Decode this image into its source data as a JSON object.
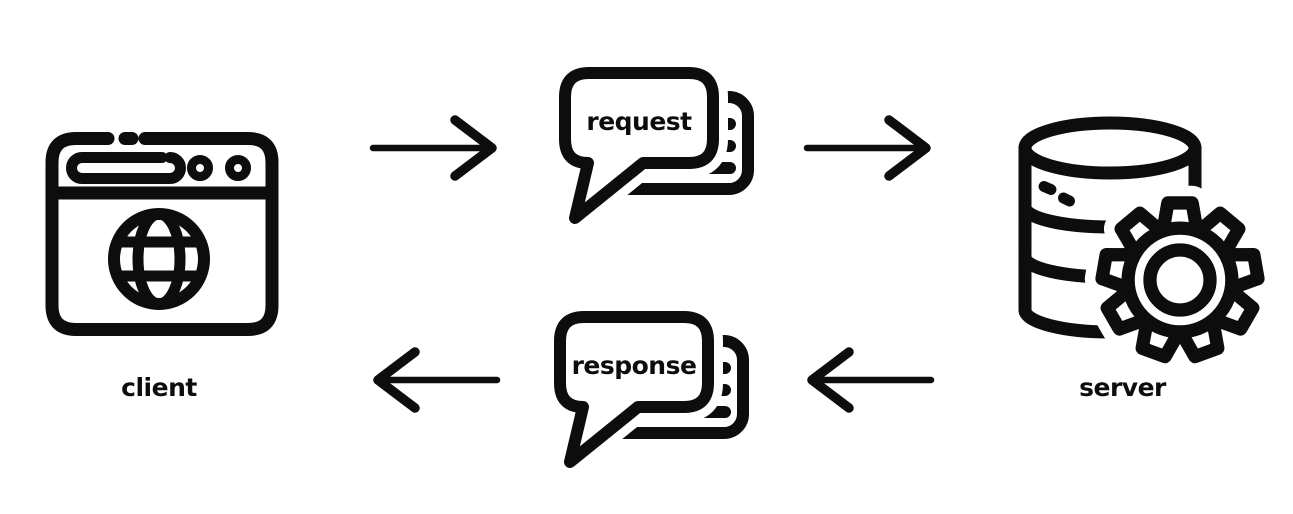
{
  "colors": {
    "background": "#ffffff",
    "line": "#0d0d0d"
  },
  "nodes": {
    "client": {
      "label": "client",
      "icon": "browser-window-globe-icon"
    },
    "request": {
      "label": "request",
      "icon": "speech-bubbles-icon"
    },
    "response": {
      "label": "response",
      "icon": "speech-bubbles-icon"
    },
    "server": {
      "label": "server",
      "icon": "database-gear-icon"
    }
  },
  "flow": [
    {
      "from": "client",
      "to": "request",
      "direction": "right"
    },
    {
      "from": "request",
      "to": "server",
      "direction": "right"
    },
    {
      "from": "server",
      "to": "response",
      "direction": "left"
    },
    {
      "from": "response",
      "to": "client",
      "direction": "left"
    }
  ]
}
